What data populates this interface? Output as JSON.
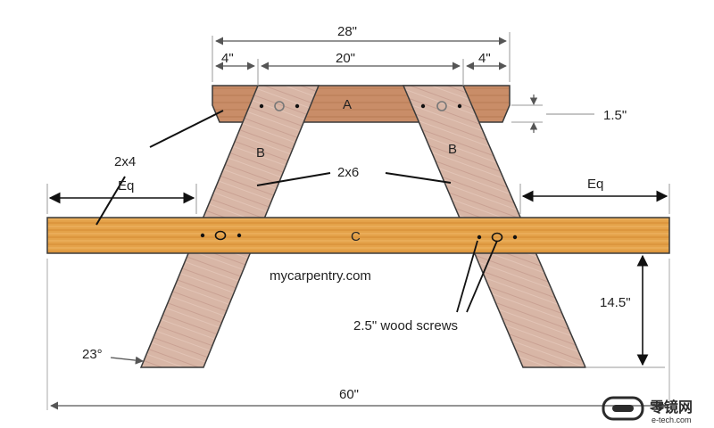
{
  "diagram": {
    "dimensions": {
      "top_width": "28\"",
      "top_left_part": "4\"",
      "top_middle_part": "20\"",
      "top_right_part": "4\"",
      "board_thickness": "1.5\"",
      "equal_left": "Eq",
      "equal_right": "Eq",
      "seat_height": "14.5\"",
      "overall_width": "60\"",
      "leg_angle": "23°"
    },
    "parts": {
      "top_cleat": "A",
      "leg_left": "B",
      "leg_right": "B",
      "seat_support": "C"
    },
    "callouts": {
      "lumber_2x4": "2x4",
      "lumber_2x6": "2x6",
      "screws": "2.5\" wood screws"
    },
    "site": "mycarpentry.com",
    "watermark": {
      "brand": "零镜网",
      "url": "e-tech.com"
    },
    "colors": {
      "leg_wood": "#d8b6a6",
      "top_cleat": "#c98d68",
      "seat_support": "#e4a24a",
      "outline": "#3a3a3a",
      "dim_line": "#555555"
    }
  }
}
